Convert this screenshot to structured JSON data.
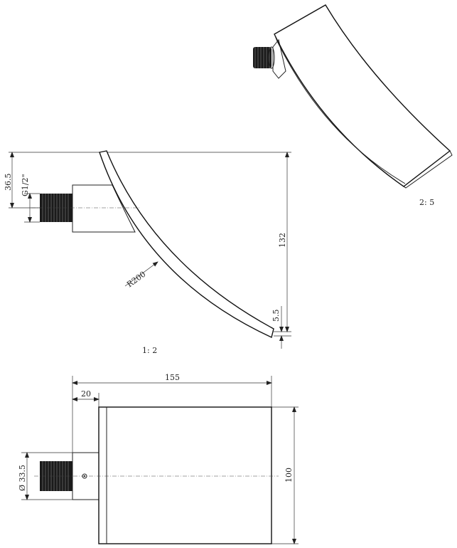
{
  "side_view": {
    "dim_height_top": "36.5",
    "dim_thread": "G1/2\"",
    "dim_radius": "R200",
    "dim_total_height": "132",
    "dim_thickness": "5.5",
    "scale": "1: 2"
  },
  "iso_view": {
    "scale": "2: 5"
  },
  "top_view": {
    "dim_length": "155",
    "dim_offset": "20",
    "dim_diameter": "Ø 33.5",
    "dim_width": "100"
  }
}
